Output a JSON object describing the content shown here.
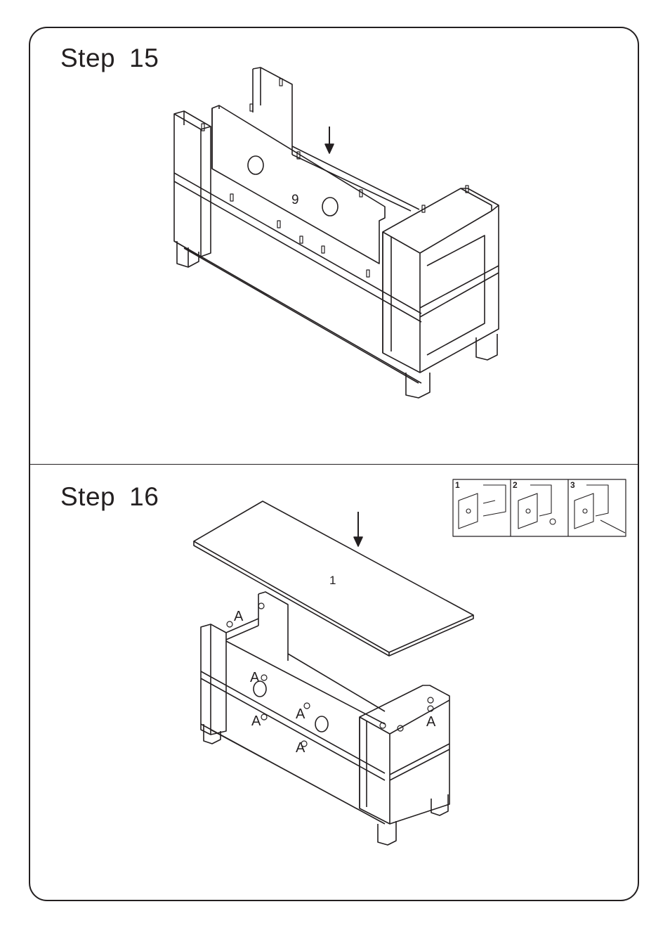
{
  "steps": [
    {
      "word": "Step",
      "number": "15",
      "part_labels": [
        "9"
      ]
    },
    {
      "word": "Step",
      "number": "16",
      "part_labels": [
        "1"
      ],
      "hardware_label": "A",
      "inset_panels": [
        "1",
        "2",
        "3"
      ]
    }
  ],
  "colors": {
    "line": "#231f20",
    "background": "#ffffff"
  }
}
